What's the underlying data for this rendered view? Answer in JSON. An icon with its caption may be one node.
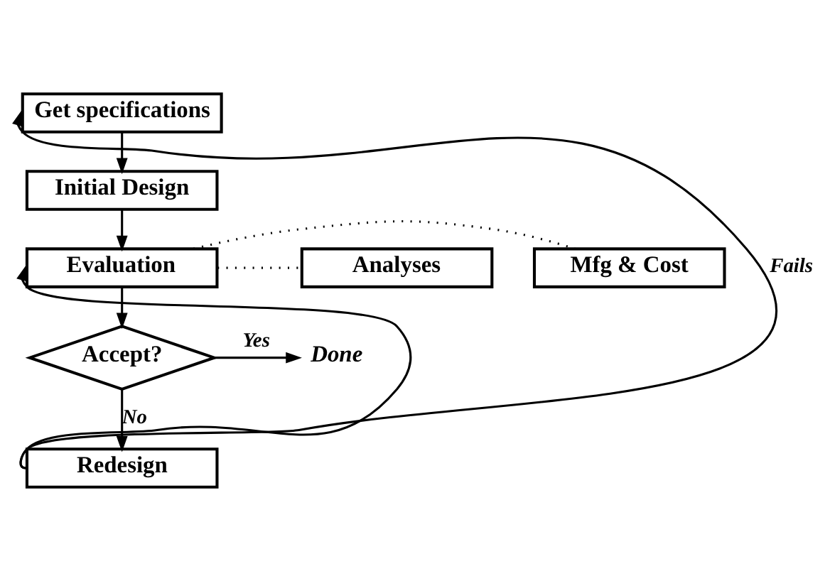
{
  "diagram": {
    "nodes": [
      {
        "text": [
          "Get specifications"
        ]
      },
      {
        "text": [
          "Initial Design"
        ]
      },
      {
        "text": [
          "Evaluation"
        ]
      },
      {
        "text": [
          "Mfg & Cost"
        ]
      },
      {
        "text": [
          "Analyses"
        ]
      },
      {
        "text": [
          "Accept?"
        ]
      },
      {
        "text": [
          "Done"
        ]
      },
      {
        "text": [
          "Redesign"
        ]
      }
    ],
    "edges": [
      {
        "from": 0,
        "to": 1,
        "arrow": "to"
      },
      {
        "from": 1,
        "to": 2,
        "arrow": "to"
      },
      {
        "from": 2,
        "to": 3,
        "arrow": "none",
        "style": "dashed"
      },
      {
        "from": 2,
        "to": 4,
        "arrow": "none",
        "style": "dashed"
      },
      {
        "from": 2,
        "to": 5,
        "arrow": "to"
      },
      {
        "from": 5,
        "to": 6,
        "arrow": "to",
        "label": "Yes"
      },
      {
        "from": 5,
        "to": 7,
        "arrow": "to",
        "label": "No"
      },
      {
        "from": 7,
        "to": 2,
        "arrow": "to"
      },
      {
        "from": 7,
        "to": 0,
        "arrow": "to",
        "label": "Fails"
      }
    ]
  }
}
